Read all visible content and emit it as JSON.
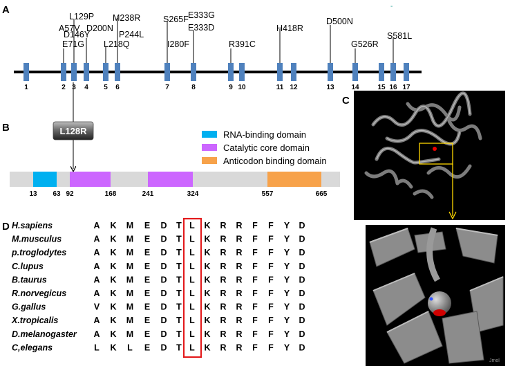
{
  "panels": {
    "a": "A",
    "b": "B",
    "c": "C",
    "d": "D"
  },
  "gene": {
    "exons": [
      "1",
      "2",
      "3",
      "4",
      "5",
      "6",
      "7",
      "8",
      "9",
      "10",
      "11",
      "12",
      "13",
      "14",
      "15",
      "16",
      "17"
    ],
    "mutations_above": [
      {
        "label": "A57V"
      },
      {
        "label": "E71G"
      },
      {
        "label": "L129P"
      },
      {
        "label": "D146Y"
      },
      {
        "label": "D200N"
      },
      {
        "label": "L218Q"
      },
      {
        "label": "M238R"
      },
      {
        "label": "P244L"
      },
      {
        "label": "S265F"
      },
      {
        "label": "I280F"
      },
      {
        "label": "E333G"
      },
      {
        "label": "E333D"
      },
      {
        "label": "R391C"
      },
      {
        "label": "H418R"
      },
      {
        "label": "D500N"
      },
      {
        "label": "G526R"
      },
      {
        "label": "S581L"
      }
    ],
    "mutation_below": "L128R"
  },
  "protein": {
    "legend": [
      {
        "label": "RNA-binding domain",
        "color": "#00b0f0"
      },
      {
        "label": "Catalytic core domain",
        "color": "#cc66ff"
      },
      {
        "label": "Anticodon binding domain",
        "color": "#f7a24a"
      }
    ],
    "positions": [
      "13",
      "63",
      "92",
      "168",
      "241",
      "324",
      "557",
      "665"
    ],
    "domains": [
      {
        "name": "RNA-binding domain",
        "start": 13,
        "end": 63,
        "color": "#00b0f0"
      },
      {
        "name": "Catalytic core domain",
        "start": 92,
        "end": 168,
        "color": "#cc66ff"
      },
      {
        "name": "Catalytic core domain",
        "start": 241,
        "end": 324,
        "color": "#cc66ff"
      },
      {
        "name": "Anticodon binding domain",
        "start": 557,
        "end": 665,
        "color": "#f7a24a"
      }
    ],
    "length": 665
  },
  "alignment": {
    "species": [
      "H.sapiens",
      "M.musculus",
      "p.troglodytes",
      "C.lupus",
      "B.taurus",
      "R.norvegicus",
      "G.gallus",
      "X.tropicalis",
      "D.melanogaster",
      "C,elegans"
    ],
    "sequences": [
      [
        "A",
        "K",
        "M",
        "E",
        "D",
        "T",
        "L",
        "K",
        "R",
        "R",
        "F",
        "F",
        "Y",
        "D"
      ],
      [
        "A",
        "K",
        "M",
        "E",
        "D",
        "T",
        "L",
        "K",
        "R",
        "R",
        "F",
        "F",
        "Y",
        "D"
      ],
      [
        "A",
        "K",
        "M",
        "E",
        "D",
        "T",
        "L",
        "K",
        "R",
        "R",
        "F",
        "F",
        "Y",
        "D"
      ],
      [
        "A",
        "K",
        "M",
        "E",
        "D",
        "T",
        "L",
        "K",
        "R",
        "R",
        "F",
        "F",
        "Y",
        "D"
      ],
      [
        "A",
        "K",
        "M",
        "E",
        "D",
        "T",
        "L",
        "K",
        "R",
        "R",
        "F",
        "F",
        "Y",
        "D"
      ],
      [
        "A",
        "K",
        "M",
        "E",
        "D",
        "T",
        "L",
        "K",
        "R",
        "R",
        "F",
        "F",
        "Y",
        "D"
      ],
      [
        "V",
        "K",
        "M",
        "E",
        "D",
        "T",
        "L",
        "K",
        "R",
        "R",
        "F",
        "F",
        "Y",
        "D"
      ],
      [
        "A",
        "K",
        "M",
        "E",
        "D",
        "T",
        "L",
        "K",
        "R",
        "R",
        "F",
        "F",
        "Y",
        "D"
      ],
      [
        "A",
        "K",
        "M",
        "E",
        "D",
        "T",
        "L",
        "K",
        "R",
        "R",
        "F",
        "F",
        "Y",
        "D"
      ],
      [
        "L",
        "K",
        "L",
        "E",
        "D",
        "T",
        "L",
        "K",
        "R",
        "R",
        "F",
        "F",
        "Y",
        "D"
      ]
    ],
    "highlight_column": 6,
    "highlight_color": "#e31a1c"
  },
  "structure": {
    "watermark": "Jmol"
  },
  "colors": {
    "exon": "#4f81bd",
    "backbone": "#d9d9d9",
    "arrow": "#ffd700"
  }
}
